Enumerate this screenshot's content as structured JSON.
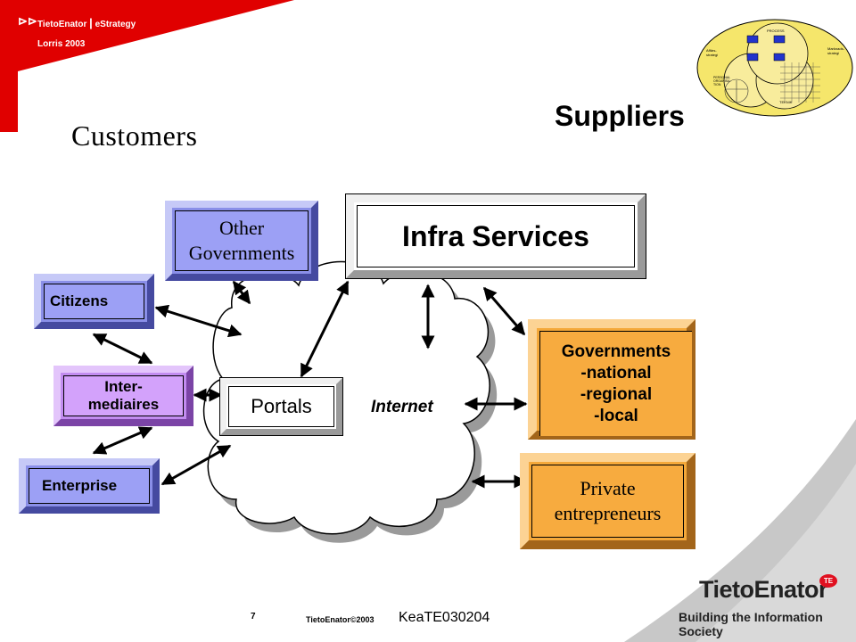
{
  "header": {
    "brand": "TietoEnator",
    "section": "eStrategy",
    "subtitle": "Lorris 2003"
  },
  "titles": {
    "customers": "Customers",
    "suppliers": "Suppliers"
  },
  "emblem": {
    "top": "PROCESS",
    "left": "Affärs-\nstrategi",
    "right": "Marknads-\nstrategi",
    "bottom_left": "PERSONAL\nORGANISA-\nTION",
    "bottom_right": "TEKNIK"
  },
  "boxes": {
    "other_governments": "Other\nGovernments",
    "infra_services": "Infra Services",
    "citizens": "Citizens",
    "intermediaires": "Inter-\nmediaires",
    "enterprise": "Enterprise",
    "portals": "Portals",
    "governments": "Governments\n-national\n-regional\n-local",
    "private_entrepreneurs": "Private\nentrepreneurs"
  },
  "cloud_label": "Internet",
  "footer": {
    "page_number": "7",
    "copyright": "TietoEnator©2003",
    "doc_id": "KeaTE030204",
    "logo_name": "TietoEnator",
    "logo_badge": "TE",
    "tagline": "Building the Information Society"
  },
  "colors": {
    "header_red": "#e00000",
    "customer_blue": "#9ca0f5",
    "intermediary_purple": "#d3a2fb",
    "supplier_orange": "#f7ab3f",
    "logo_red": "#e01020",
    "corner_gray": "#c8c8c8"
  }
}
